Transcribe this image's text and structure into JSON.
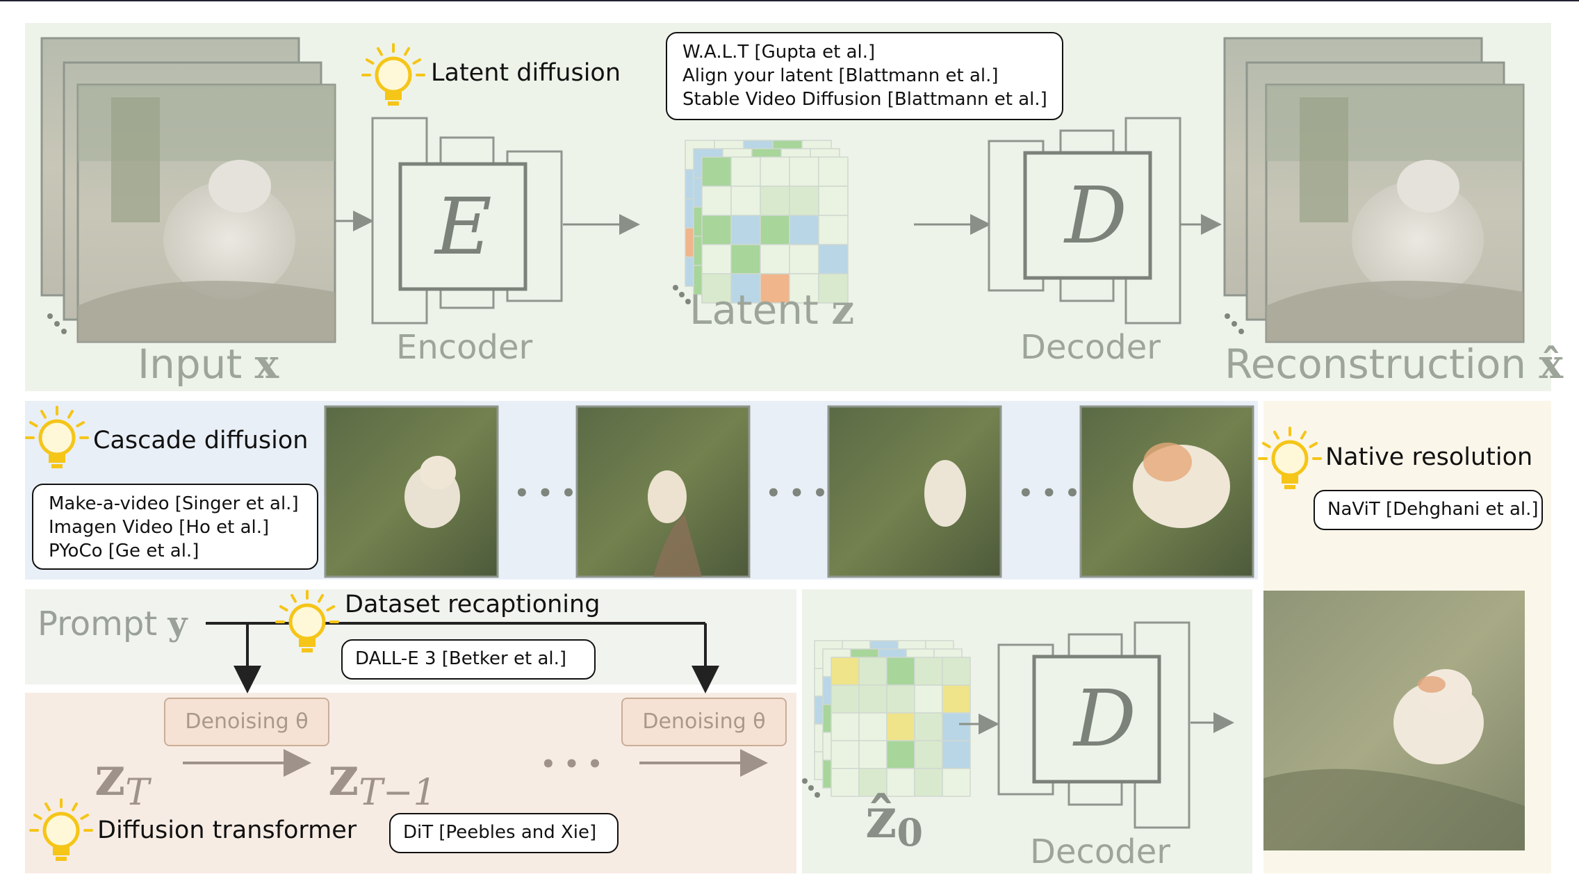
{
  "latent_diffusion": {
    "title": "Latent diffusion",
    "refs": [
      "W.A.L.T [Gupta et al.]",
      "Align your latent [Blattmann et al.]",
      "Stable Video Diffusion [Blattmann et al.]"
    ],
    "input_label": "Input",
    "input_symbol": "x",
    "encoder_letter": "E",
    "encoder_label": "Encoder",
    "latent_label": "Latent",
    "latent_symbol": "z",
    "decoder_letter": "D",
    "decoder_label": "Decoder",
    "reconstruction_label": "Reconstruction",
    "reconstruction_symbol": "x̂"
  },
  "cascade_diffusion": {
    "title": "Cascade diffusion",
    "refs": [
      "Make-a-video [Singer et al.]",
      "Imagen Video [Ho et al.]",
      "PYoCo [Ge et al.]"
    ],
    "ellipsis": "• • •"
  },
  "native_resolution": {
    "title": "Native resolution",
    "refs": [
      "NaViT [Dehghani et al.]"
    ]
  },
  "dataset_recaptioning": {
    "title": "Dataset recaptioning",
    "refs": [
      "DALL-E 3 [Betker et al.]"
    ],
    "prompt_label": "Prompt",
    "prompt_symbol": "y"
  },
  "diffusion_transformer": {
    "title": "Diffusion transformer",
    "refs": [
      "DiT [Peebles and Xie]"
    ],
    "denoise_label": "Denoising θ",
    "zT_base": "z",
    "zT_sub": "T",
    "zT1_base": "z",
    "zT1_sub": "T−1",
    "ellipsis": "• • •"
  },
  "final_decode": {
    "z0_base": "ẑ",
    "z0_sub": "0",
    "decoder_letter": "D",
    "decoder_label": "Decoder"
  },
  "colors": {
    "bulb": "#f5c518",
    "latent_panel": "#eef3ea",
    "cascade_panel": "#e9eff6",
    "native_panel": "#fbf6ea",
    "dit_panel": "#f7ece4",
    "grid_colors": [
      "#f0b58b",
      "#f0e48a",
      "#a7d59a",
      "#b9d6e6",
      "#d9e9cd",
      "#eaf3e2",
      "#cfd8d0"
    ]
  }
}
